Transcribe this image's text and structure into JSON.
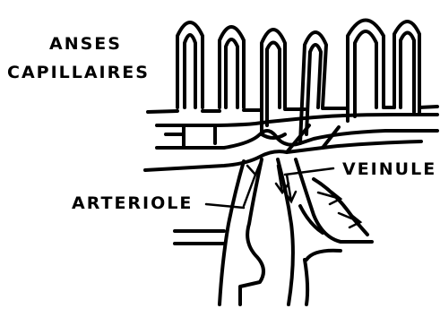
{
  "labels": {
    "anses_line1": "ANSES",
    "anses_line2": "CAPILLAIRES",
    "veinule": "VEINULE",
    "arteriole": "ARTERIOLE"
  }
}
